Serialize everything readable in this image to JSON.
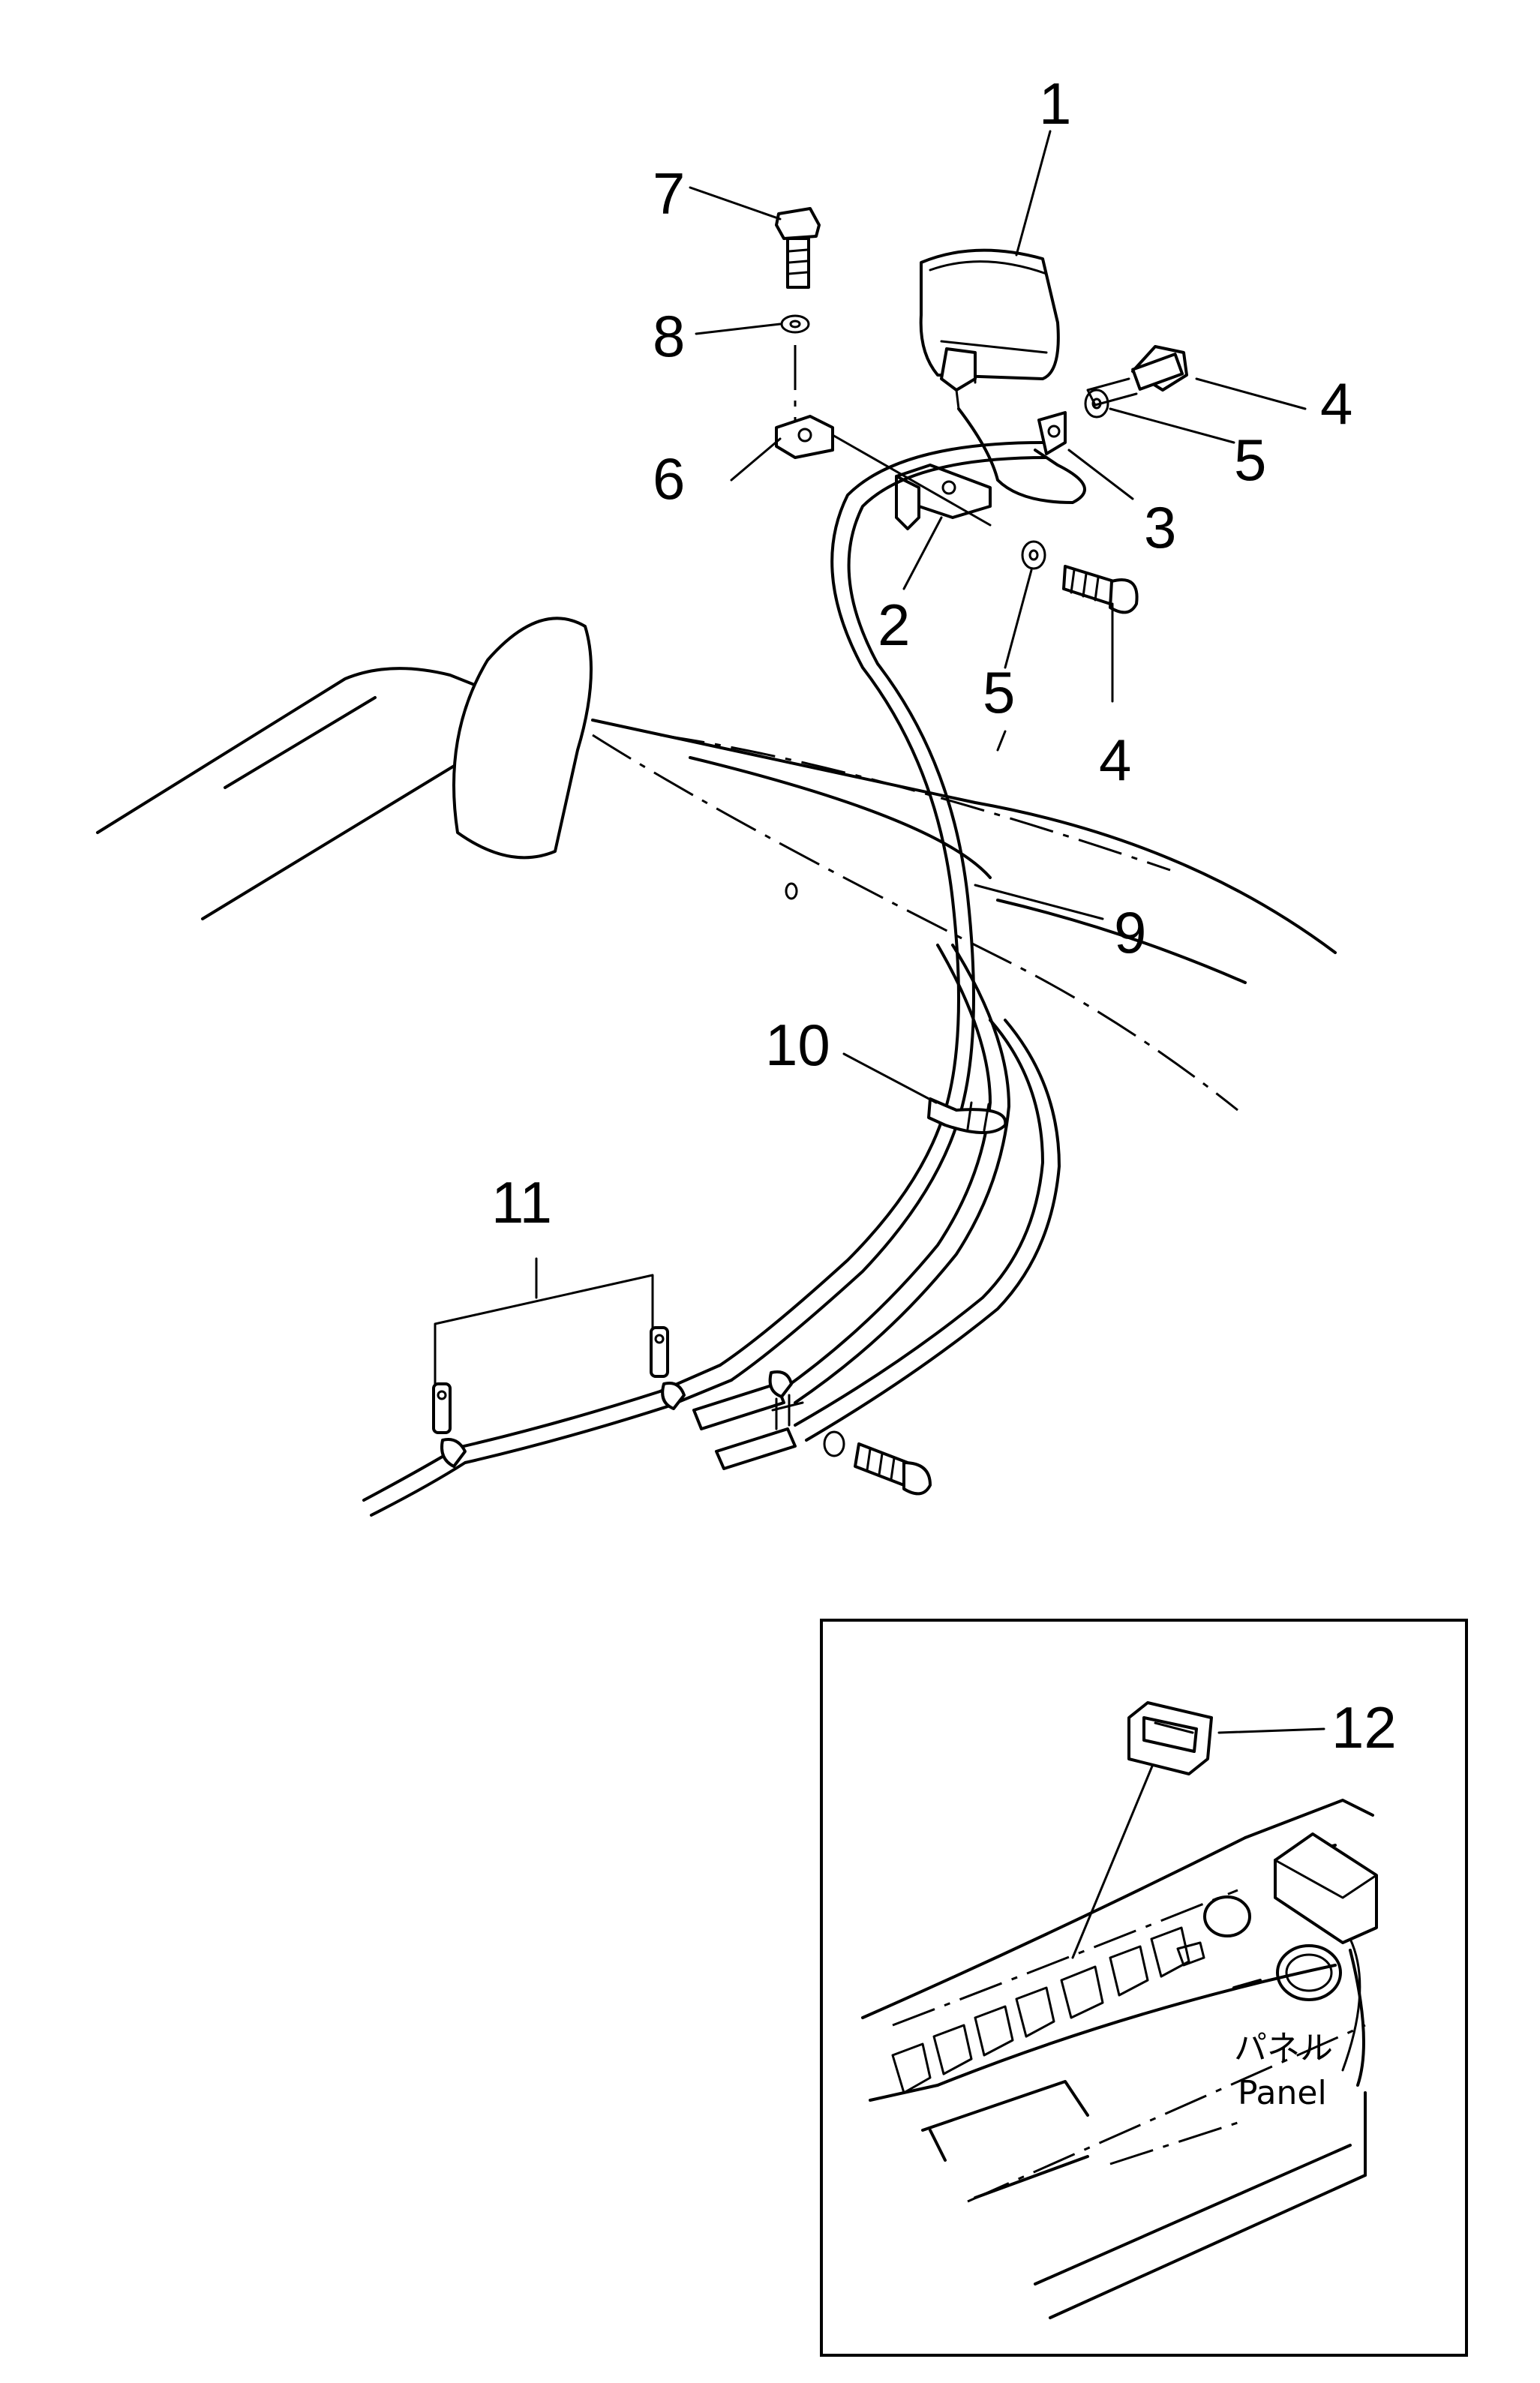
{
  "diagram": {
    "callouts": {
      "c1": "1",
      "c2": "2",
      "c3": "3",
      "c4a": "4",
      "c4b": "4",
      "c5a": "5",
      "c5b": "5",
      "c6": "6",
      "c7": "7",
      "c8": "8",
      "c9": "9",
      "c10": "10",
      "c11": "11",
      "c12": "12"
    },
    "inset": {
      "label_jp": "パネル",
      "label_en": "Panel"
    }
  }
}
